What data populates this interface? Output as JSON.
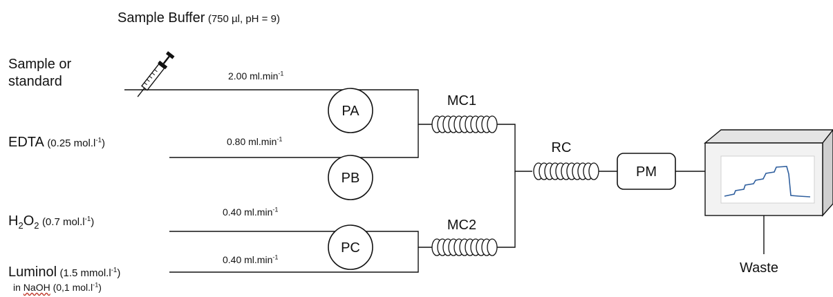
{
  "header": {
    "title": "Sample Buffer",
    "detail": "(750 µl, pH = 9)"
  },
  "inputs": {
    "sample": {
      "line1": "Sample or",
      "line2": "standard",
      "rate_value": "2.00 ml.min",
      "rate_exp": "-1"
    },
    "edta": {
      "name": "EDTA",
      "conc": "(0.25 mol.l",
      "conc_exp": "-1",
      "conc_close": ")",
      "rate_value": "0.80 ml.min",
      "rate_exp": "-1"
    },
    "h2o2": {
      "h": "H",
      "sub1": "2",
      "o": "O",
      "sub2": "2",
      "conc": "(0.7 mol.l",
      "conc_exp": "-1",
      "conc_close": ")",
      "rate_value": "0.40 ml.min",
      "rate_exp": "-1"
    },
    "luminol": {
      "name": "Luminol",
      "conc": "(1.5 mmol.l",
      "conc_exp": "-1",
      "conc_close": ")",
      "solvent_prefix": "in ",
      "solvent": "NaOH",
      "solvent_conc": " (0,1 mol.l",
      "solvent_exp": "-1",
      "solvent_close": ")",
      "rate_value": "0.40 ml.min",
      "rate_exp": "-1"
    }
  },
  "pumps": {
    "pa": "PA",
    "pb": "PB",
    "pc": "PC"
  },
  "coils": {
    "mc1": "MC1",
    "mc2": "MC2",
    "rc": "RC"
  },
  "detector": {
    "pm": "PM"
  },
  "outlet": {
    "waste": "Waste"
  },
  "icons": {
    "syringe": "syringe-icon",
    "monitor": "detector-box-icon"
  },
  "colors": {
    "line": "#111111",
    "trace": "#2f5f9e",
    "screen": "#ffffff",
    "box_face": "#f2f2f2",
    "box_side": "#cfcfcf",
    "box_top": "#e4e4e4"
  }
}
